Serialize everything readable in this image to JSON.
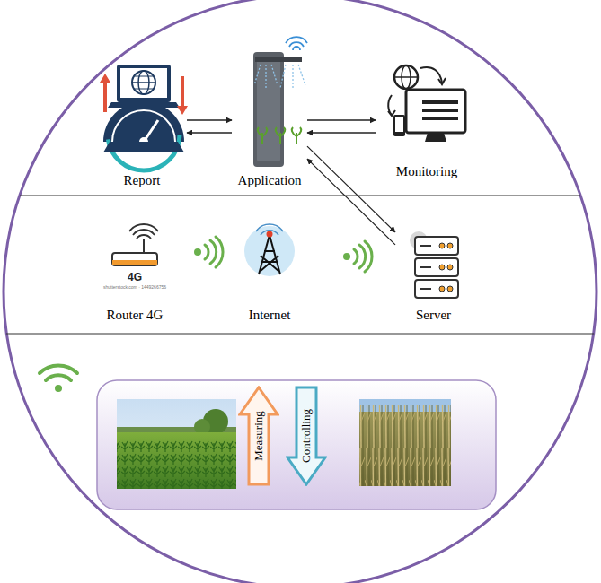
{
  "diagram": {
    "nodes": [
      {
        "text": [
          "Report"
        ]
      },
      {
        "text": [
          "Application"
        ]
      },
      {
        "text": [
          "Monitoring"
        ]
      },
      {
        "text": [
          "Router 4G"
        ]
      },
      {
        "text": [
          "Internet"
        ]
      },
      {
        "text": [
          "Server"
        ]
      },
      {
        "text": [
          "Measuring"
        ]
      },
      {
        "text": [
          "Controlling"
        ]
      }
    ],
    "edges": [
      {
        "from": 0,
        "to": 1,
        "arrow": "to"
      },
      {
        "from": 1,
        "to": 0,
        "arrow": "to"
      },
      {
        "from": 1,
        "to": 2,
        "arrow": "to"
      },
      {
        "from": 2,
        "to": 1,
        "arrow": "to"
      },
      {
        "from": 1,
        "to": 5,
        "arrow": "to"
      },
      {
        "from": 5,
        "to": 1,
        "arrow": "to"
      }
    ],
    "labels": [
      "4G",
      "shutterstock.com · 1449266756"
    ]
  }
}
